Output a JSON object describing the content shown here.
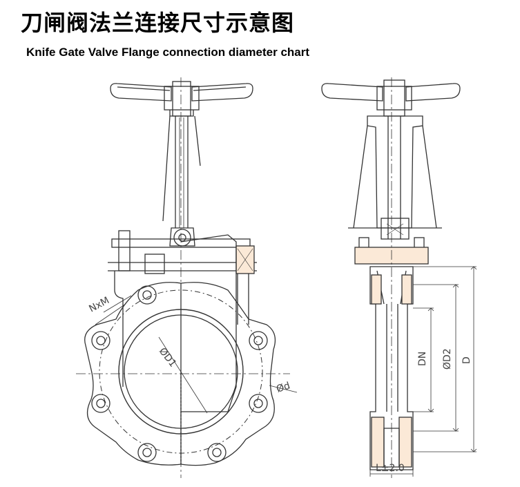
{
  "header": {
    "title_cn": "刀闸阀法兰连接尺寸示意图",
    "title_en": "Knife Gate Valve Flange connection diameter chart"
  },
  "labels": {
    "nxm": "NxM",
    "od1": "ØD1",
    "od": "Ød",
    "dn": "DN",
    "od2": "ØD2",
    "d": "D",
    "l": "L±2.0"
  }
}
